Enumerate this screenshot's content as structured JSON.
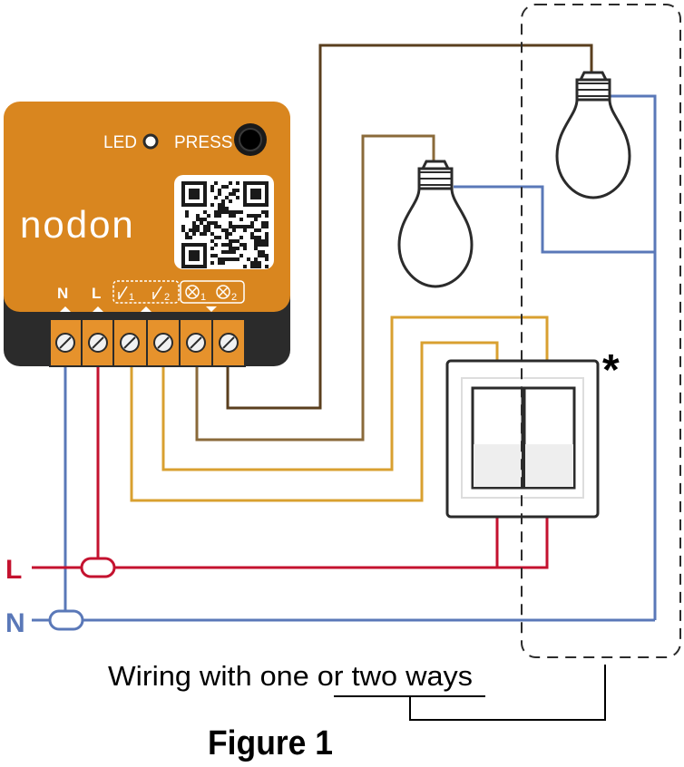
{
  "module": {
    "led_label": "LED",
    "press_label": "PRESS",
    "brand": "nodon",
    "terminal_labels": [
      "N",
      "L",
      "1",
      "2",
      "1",
      "2"
    ],
    "colors": {
      "body": "#d9861f",
      "base": "#2b2b2b",
      "terminal": "#e6922c"
    }
  },
  "lines": {
    "live_label": "L",
    "neutral_label": "N",
    "colors": {
      "live": "#c4122f",
      "neutral": "#5a78b8",
      "switch_wire": "#d9a030",
      "lamp1_wire": "#8a6a3a",
      "lamp2_wire": "#5a3f1e"
    }
  },
  "switch": {
    "asterisk": "*"
  },
  "caption": {
    "wiring_text": "Wiring with one or two ways",
    "figure_title": "Figure 1"
  }
}
